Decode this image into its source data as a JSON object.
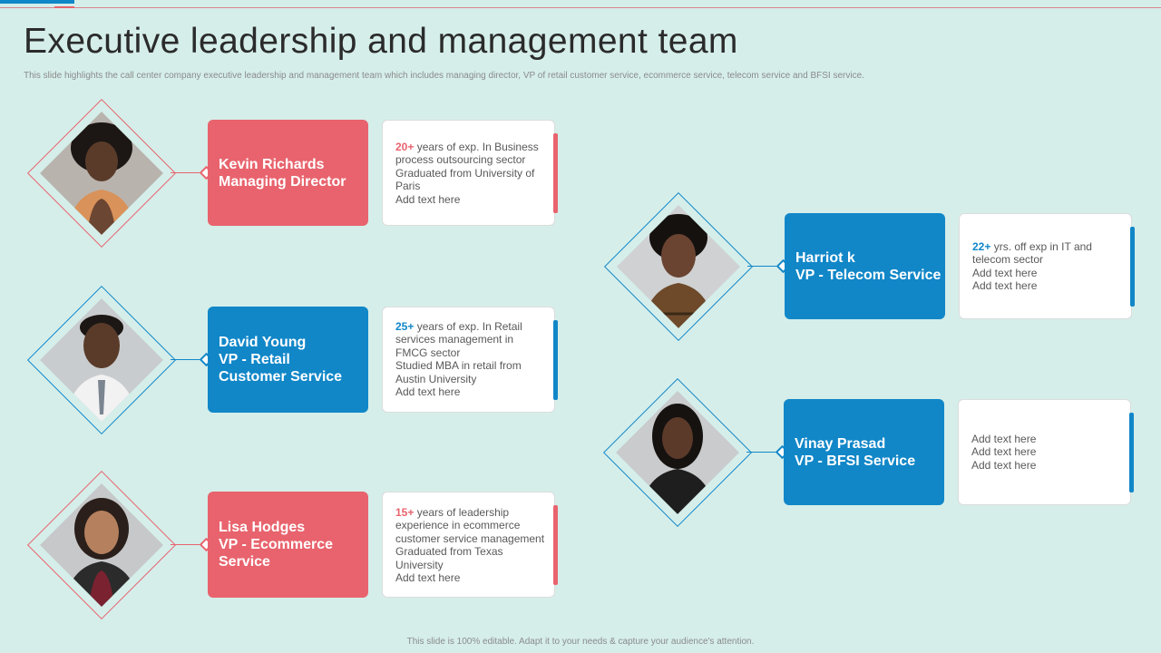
{
  "slide": {
    "title": "Executive leadership and management team",
    "subtitle": "This slide highlights the call center company executive leadership and management team which includes managing director, VP of retail customer service, ecommerce service, telecom service and BFSI service.",
    "footer": "This slide is 100% editable. Adapt it to your needs & capture your audience's attention."
  },
  "colors": {
    "red": "#e8636d",
    "blue": "#1187c8",
    "background": "#d5eeea"
  },
  "members": [
    {
      "name": "Kevin Richards",
      "role": "Managing Director",
      "highlight": "20+",
      "info": [
        "years of exp. In Business",
        "process outsourcing sector",
        "Graduated from University of",
        "Paris",
        "Add text here"
      ]
    },
    {
      "name": "David Young",
      "role1": "VP - Retail",
      "role2": "Customer Service",
      "highlight": "25+",
      "info": [
        "years of exp. In Retail",
        "services management in",
        "FMCG  sector",
        "Studied MBA  in retail from",
        "Austin University",
        "Add text here"
      ]
    },
    {
      "name": "Lisa Hodges",
      "role1": "VP - Ecommerce",
      "role2": "Service",
      "highlight": "15+",
      "info": [
        "years of leadership",
        "experience in ecommerce",
        "customer service management",
        "Graduated from Texas",
        "University",
        "Add text here"
      ]
    },
    {
      "name": "Harriot k",
      "role": "VP - Telecom Service",
      "highlight": "22+",
      "info": [
        "yrs. off exp in IT and",
        "telecom sector",
        "Add text here",
        "Add text here"
      ]
    },
    {
      "name": "Vinay Prasad",
      "role": "VP - BFSI Service",
      "info": [
        "Add text here",
        "Add text here",
        "Add text here"
      ]
    }
  ]
}
